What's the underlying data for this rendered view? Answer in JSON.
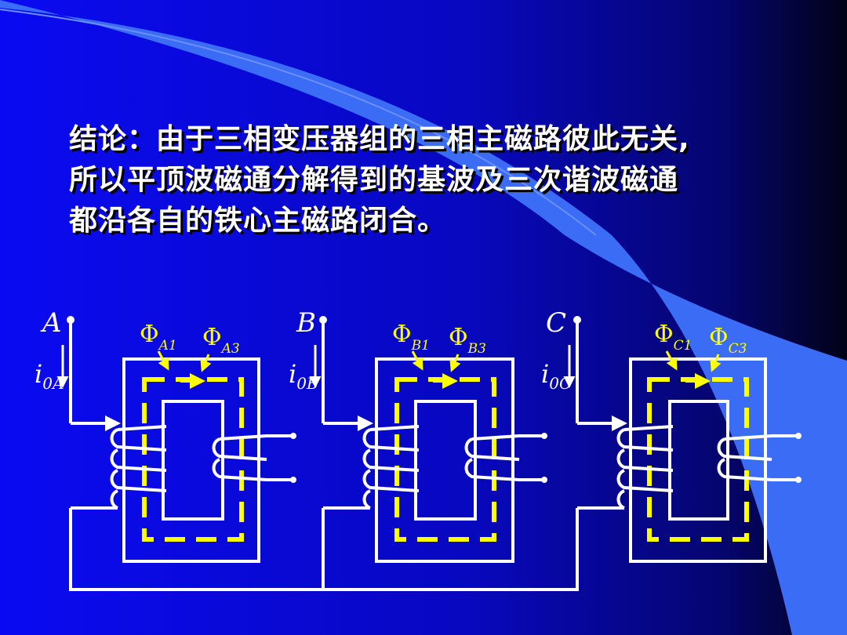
{
  "slide": {
    "conclusion_lines": [
      "结论：由于三相变压器组的三相主磁路彼此无关,",
      "所以平顶波磁通分解得到的基波及三次谐波磁通",
      "都沿各自的铁心主磁路闭合。"
    ],
    "colors": {
      "background_left": "#0a0af2",
      "background_right": "#05052a",
      "swoosh": "#3b6cf5",
      "flux": "#ffff00",
      "wire": "#ffffff",
      "text": "#ffffff"
    }
  },
  "diagram": {
    "transformers": [
      {
        "phase": "A",
        "current_main": "i",
        "current_sub": "0A",
        "flux_fund_sub": "A1",
        "flux_third_sub": "A3"
      },
      {
        "phase": "B",
        "current_main": "i",
        "current_sub": "0B",
        "flux_fund_sub": "B1",
        "flux_third_sub": "B3"
      },
      {
        "phase": "C",
        "current_main": "i",
        "current_sub": "0C",
        "flux_fund_sub": "C1",
        "flux_third_sub": "C3"
      }
    ],
    "flux_symbol": "Φ"
  }
}
